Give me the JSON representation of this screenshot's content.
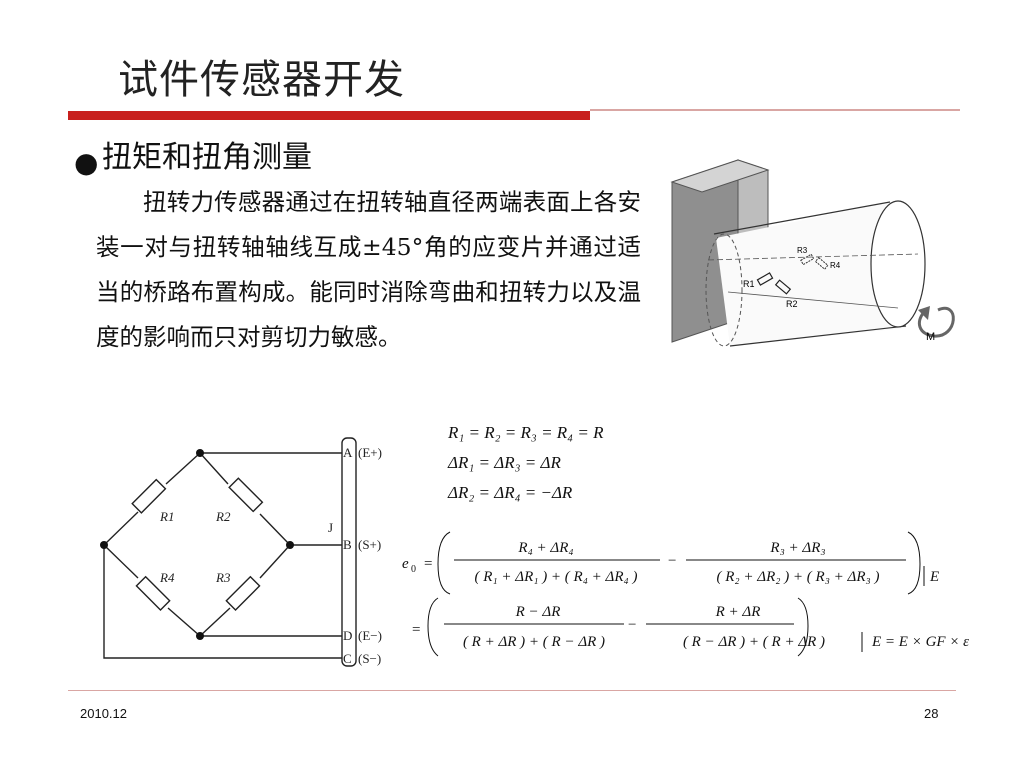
{
  "slide": {
    "title": "试件传感器开发",
    "bullet_symbol": "●",
    "bullet_heading": "扭矩和扭角测量",
    "paragraph": "扭转力传感器通过在扭转轴直径两端表面上各安装一对与扭转轴轴线互成±45°角的应变片并通过适当的桥路布置构成。能同时消除弯曲和扭转力以及温度的影响而只对剪切力敏感。"
  },
  "shaft_figure": {
    "labels": {
      "r1": "R1",
      "r2": "R2",
      "r3": "R3",
      "r4": "R4",
      "moment": "M"
    }
  },
  "bridge_figure": {
    "resistors": {
      "r1": "R1",
      "r2": "R2",
      "r3": "R3",
      "r4": "R4"
    },
    "terminals": {
      "a": "A",
      "a_sign": "(E+)",
      "b": "B",
      "b_sign": "(S+)",
      "d": "D",
      "d_sign": "(E−)",
      "c": "C",
      "c_sign": "(S−)"
    },
    "j_label": "J"
  },
  "equations": {
    "eq1": "R₁ = R₂ = R₃ = R₄ = R",
    "eq2": "ΔR₁ = ΔR₃ = ΔR",
    "eq3": "ΔR₂ = ΔR₄ = −ΔR",
    "e0": "e",
    "e0_sub": "0",
    "frac1_num": "R₄ + ΔR₄",
    "frac1_den": "( R₁ + ΔR₁ ) + ( R₄ + ΔR₄ )",
    "frac2_num": "R₃ + ΔR₃",
    "frac2_den": "( R₂ + ΔR₂ ) + ( R₃ + ΔR₃ )",
    "e_factor": "E",
    "frac3_num": "R − ΔR",
    "frac3_den": "( R + ΔR ) + ( R − ΔR )",
    "frac4_num": "R + ΔR",
    "frac4_den": "( R − ΔR ) + ( R + ΔR )",
    "result": "E = E × GF × ε"
  },
  "footer": {
    "date": "2010.12",
    "page": "28"
  }
}
